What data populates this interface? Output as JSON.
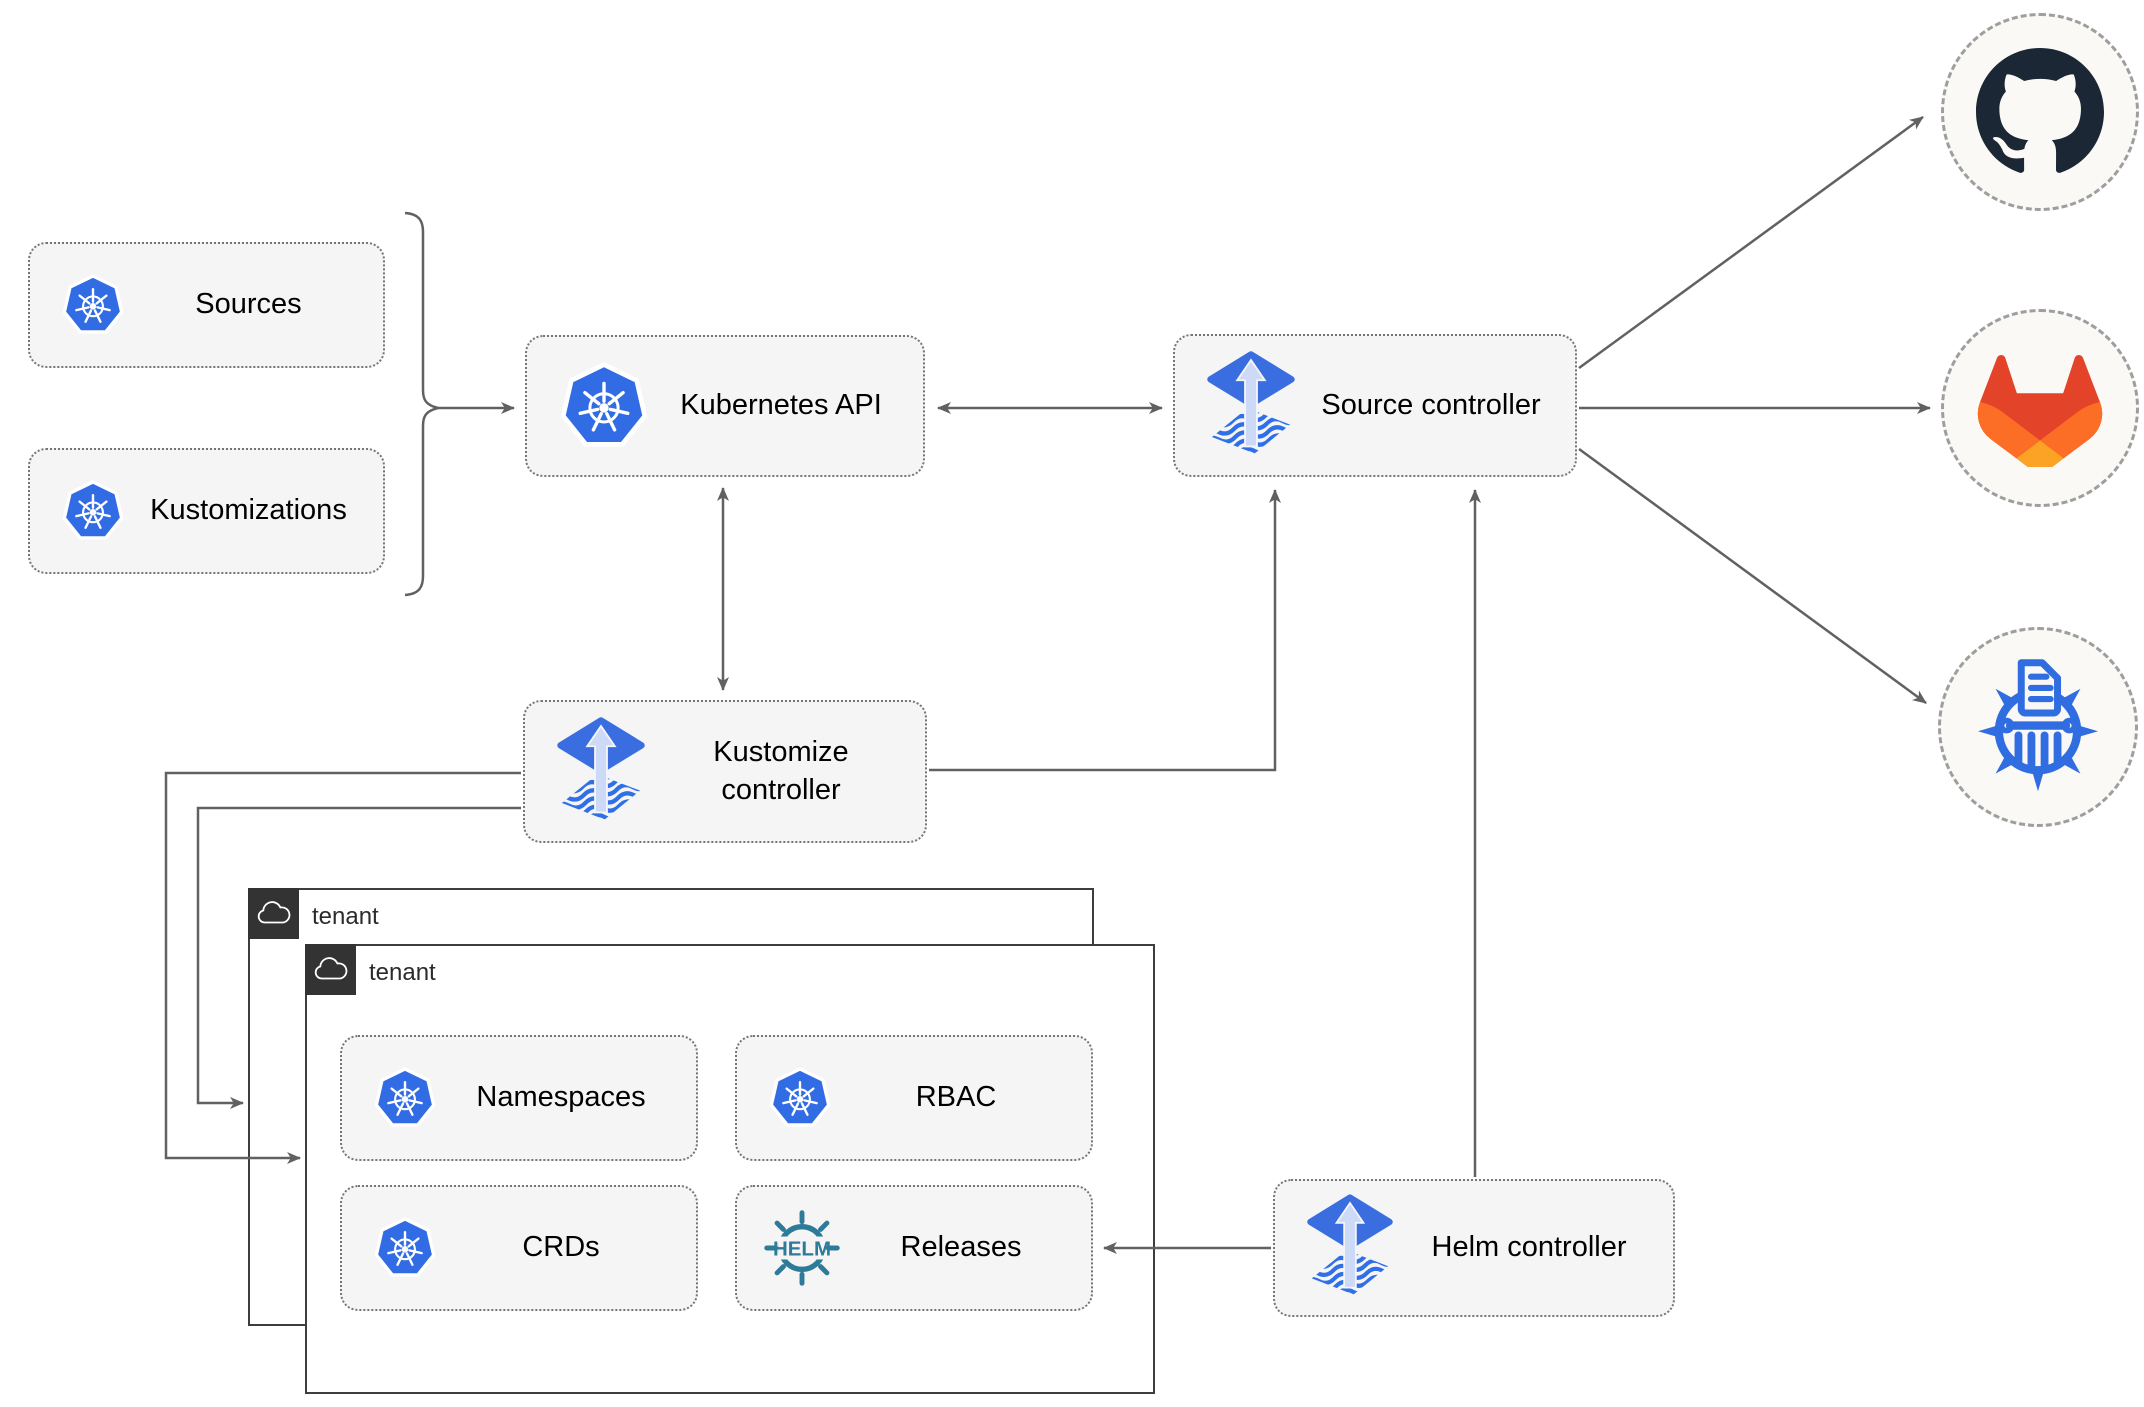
{
  "diagram": {
    "nodes": {
      "sources": {
        "label": "Sources",
        "icon": "kubernetes-icon"
      },
      "kustomizations": {
        "label": "Kustomizations",
        "icon": "kubernetes-icon"
      },
      "kubernetes_api": {
        "label": "Kubernetes API",
        "icon": "kubernetes-icon"
      },
      "source_controller": {
        "label": "Source controller",
        "icon": "flux-icon"
      },
      "kustomize_controller": {
        "label": "Kustomize controller",
        "icon": "flux-icon"
      },
      "helm_controller": {
        "label": "Helm controller",
        "icon": "flux-icon"
      },
      "namespaces": {
        "label": "Namespaces",
        "icon": "kubernetes-icon"
      },
      "rbac": {
        "label": "RBAC",
        "icon": "kubernetes-icon"
      },
      "crds": {
        "label": "CRDs",
        "icon": "kubernetes-icon"
      },
      "releases": {
        "label": "Releases",
        "icon": "helm-icon"
      }
    },
    "containers": {
      "tenant_outer": {
        "label": "tenant",
        "icon": "cloud-icon"
      },
      "tenant_inner": {
        "label": "tenant",
        "icon": "cloud-icon"
      }
    },
    "endpoints": [
      {
        "name": "github",
        "icon": "github-icon"
      },
      {
        "name": "gitlab",
        "icon": "gitlab-icon"
      },
      {
        "name": "helm-repository",
        "icon": "chartmuseum-icon"
      }
    ],
    "helm_logo_text": "HELM",
    "colors": {
      "kubernetes_blue": "#326ce5",
      "flux_blue": "#3a6ee0",
      "flux_arrow_light": "#ccdaf8",
      "helm_teal": "#2d7a99",
      "github_dark": "#1b2734",
      "gitlab_red": "#e24329",
      "gitlab_orange": "#fc6d26",
      "gitlab_amber": "#fca326",
      "chartmuseum_blue": "#2f6de0",
      "node_fill": "#f5f5f5",
      "connector_gray": "#616161",
      "tenant_header_bg": "#333333",
      "canvas_bg": "#ffffff"
    }
  }
}
